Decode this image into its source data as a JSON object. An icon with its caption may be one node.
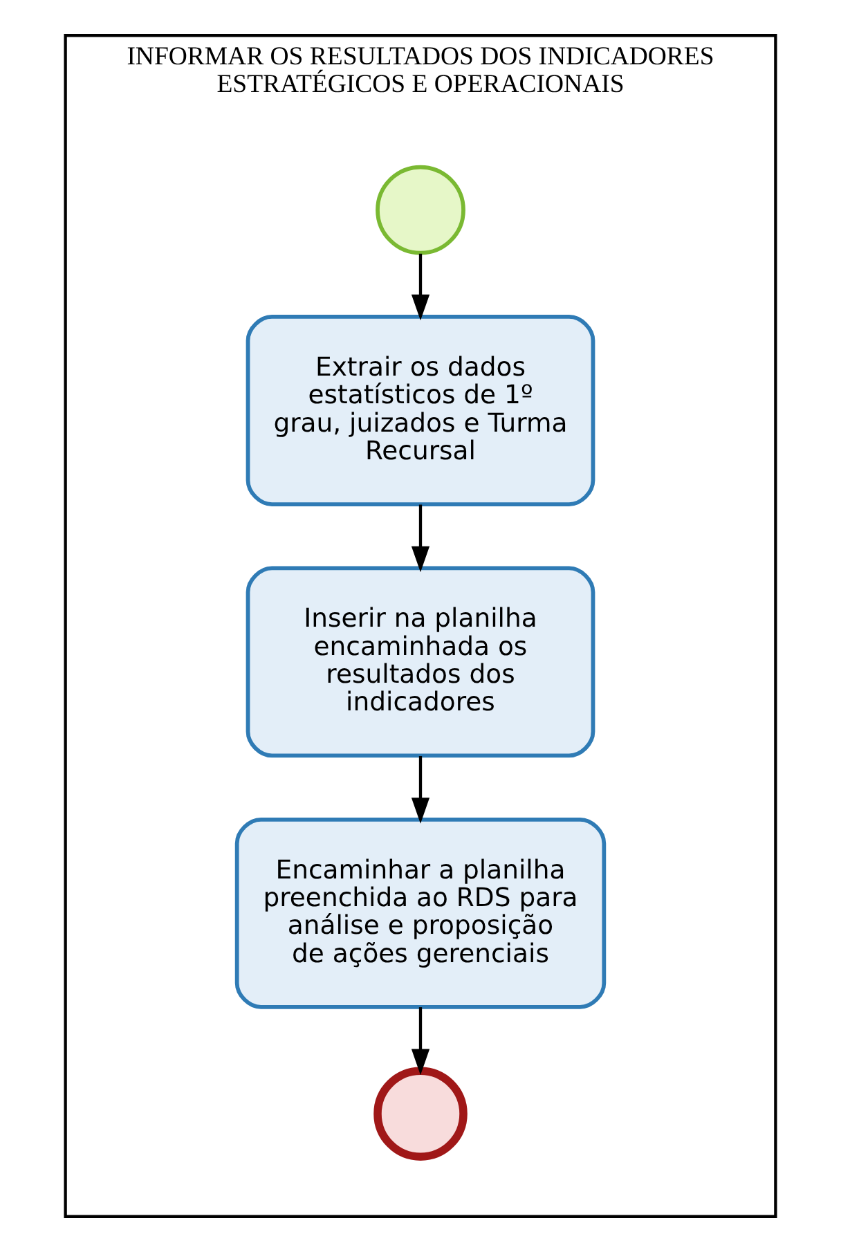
{
  "diagram": {
    "nodes": [
      {
        "text": [
          "INFORMAR OS RESULTADOS DOS INDICADORES ESTRATÉGICOS E OPERACIONAIS"
        ]
      },
      {
        "text": [],
        "shape": "circle",
        "in": 0
      },
      {
        "text": [
          "Extrair os dados estatísticos de 1º grau, juizados e Turma Recursal"
        ],
        "in": 0
      },
      {
        "text": [
          "Inserir na planilha encaminhada os resultados dos indicadores"
        ],
        "in": 0
      },
      {
        "text": [
          "Encaminhar a planilha preenchida ao RDS para análise e proposição de ações gerenciais"
        ],
        "in": 0
      },
      {
        "text": [],
        "shape": "circle",
        "in": 0
      }
    ],
    "edges": [
      {
        "from": 1,
        "to": 2,
        "arrow": "to"
      },
      {
        "from": 2,
        "to": 3,
        "arrow": "to"
      },
      {
        "from": 3,
        "to": 4,
        "arrow": "to"
      },
      {
        "from": 4,
        "to": 5,
        "arrow": "to"
      }
    ]
  }
}
